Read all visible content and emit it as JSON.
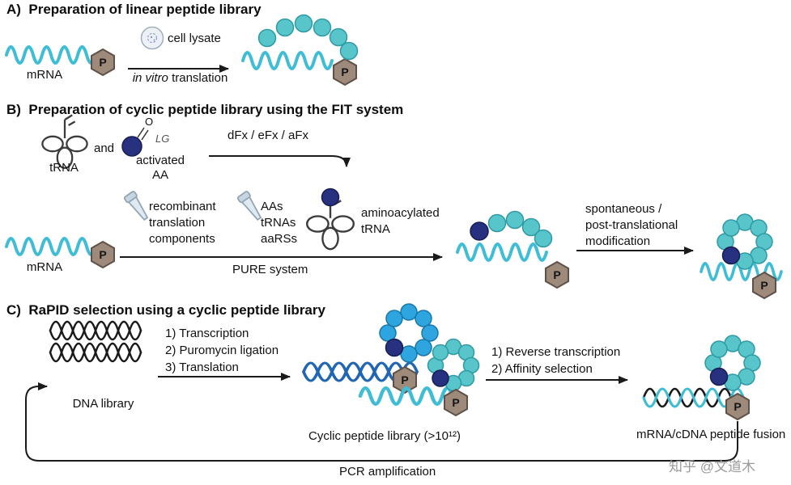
{
  "p_label": "P",
  "panelA": {
    "title": "A)  Preparation of linear peptide library",
    "mrna_label": "mRNA",
    "cell_lysate_label": "cell lysate",
    "arrow_label_italic": "in vitro",
    "arrow_label_rest": " translation"
  },
  "panelB": {
    "title": "B)  Preparation of cyclic peptide library using the FIT system",
    "trna_label": "tRNA",
    "and_label": "and",
    "carbonyl_o": "O",
    "leaving_group": "LG",
    "activated_aa_lines": [
      "activated",
      "AA"
    ],
    "flexizyme_label": "dFx / eFx / aFx",
    "mrna_label": "mRNA",
    "recombinant_lines": [
      "recombinant",
      "translation",
      "components"
    ],
    "components_lines": [
      "AAs",
      "tRNAs",
      "aaRSs"
    ],
    "aminoacylated_lines": [
      "aminoacylated",
      "tRNA"
    ],
    "pure_label": "PURE system",
    "modification_lines": [
      "spontaneous /",
      "post-translational",
      "modification"
    ]
  },
  "panelC": {
    "title": "C)  RaPID selection using a cyclic peptide library",
    "dna_library_label": "DNA library",
    "step1_lines": [
      "1) Transcription",
      "2) Puromycin ligation",
      "3) Translation"
    ],
    "library_label": "Cyclic peptide library (>10¹²)",
    "step2_lines": [
      "1) Reverse transcription",
      "2) Affinity selection"
    ],
    "fusion_label": "mRNA/cDNA peptide fusion",
    "pcr_label": "PCR amplification"
  },
  "watermark": "知乎 @文道木",
  "colors": {
    "mrna_cyan": "#3fbdd6",
    "peptide_teal": "#57c5ca",
    "navy": "#283180",
    "helix_blue": "#2066b2",
    "sky_blue": "#2ea5de",
    "hexagon_tan": "#9e8a7b",
    "dna_black": "#1a1a1a"
  }
}
